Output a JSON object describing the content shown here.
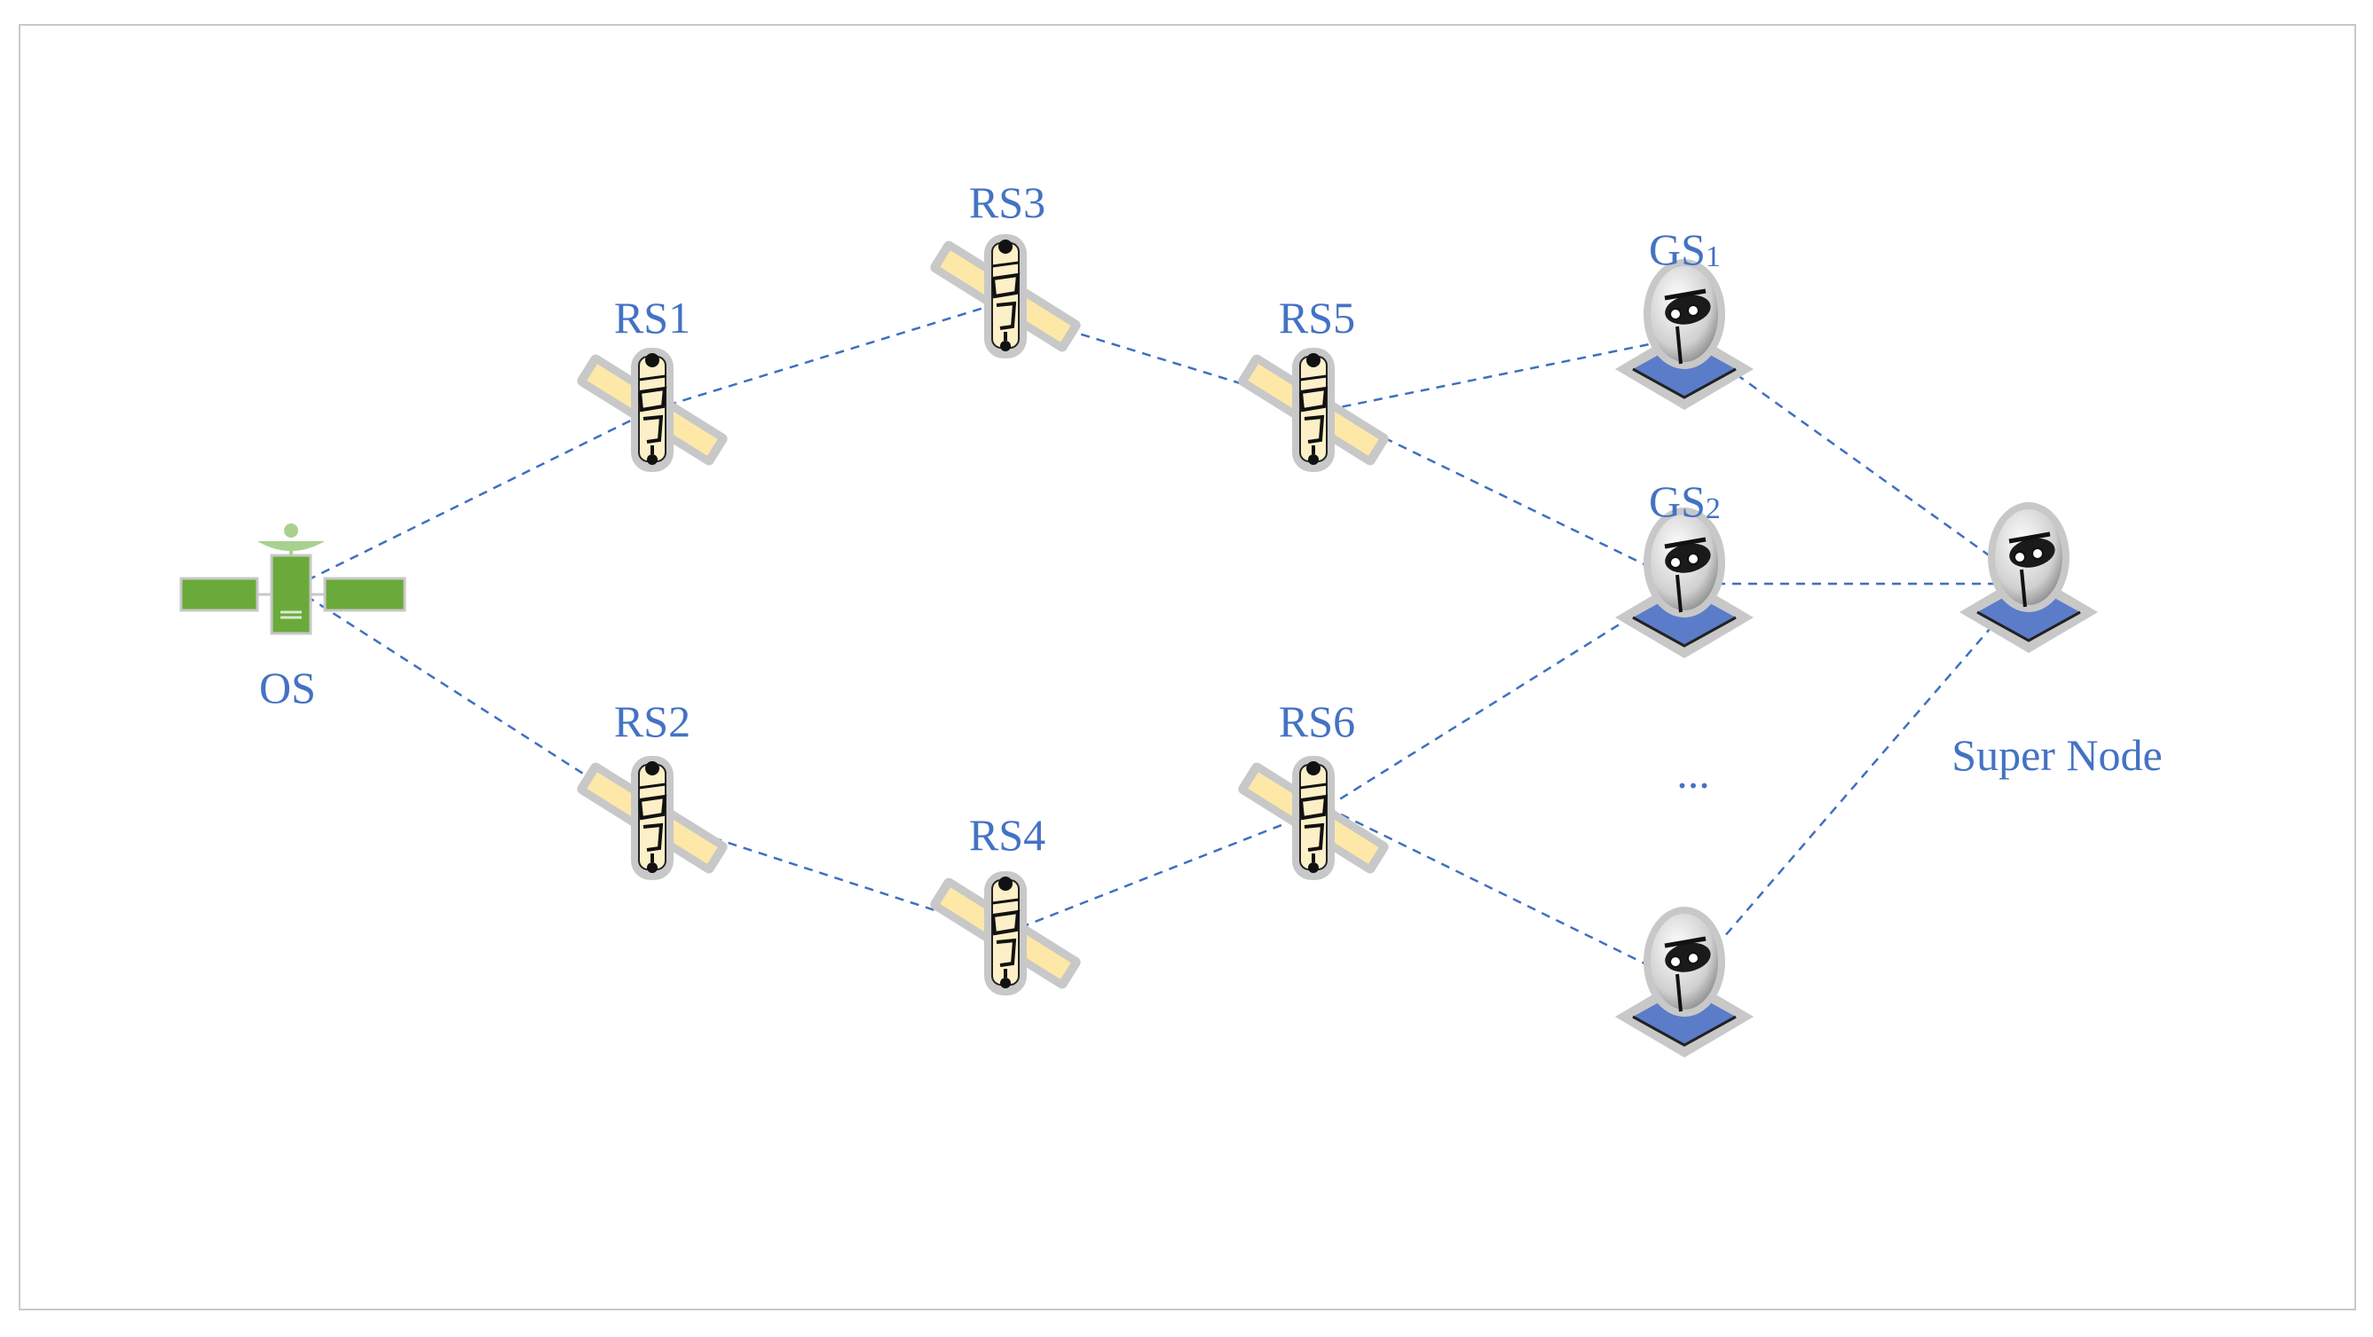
{
  "colors": {
    "link": "#3f6fc0",
    "label": "#4472c4",
    "os_body": "#6aaa3a",
    "os_dish": "#a9d18e",
    "panel": "#fde8a8",
    "halo": "#c8c8c8",
    "pad": "#5b7cc8"
  },
  "nodes": {
    "os": {
      "label": "OS",
      "icon": "satellite-icon-green"
    },
    "rs1": {
      "label": "RS1",
      "icon": "relay-satellite-icon"
    },
    "rs2": {
      "label": "RS2",
      "icon": "relay-satellite-icon"
    },
    "rs3": {
      "label": "RS3",
      "icon": "relay-satellite-icon"
    },
    "rs4": {
      "label": "RS4",
      "icon": "relay-satellite-icon"
    },
    "rs5": {
      "label": "RS5",
      "icon": "relay-satellite-icon"
    },
    "rs6": {
      "label": "RS6",
      "icon": "relay-satellite-icon"
    },
    "gs1": {
      "label_main": "GS",
      "label_sub": "1",
      "icon": "ground-station-dish-icon"
    },
    "gs2": {
      "label_main": "GS",
      "label_sub": "2",
      "icon": "ground-station-dish-icon"
    },
    "gs3": {
      "icon": "ground-station-dish-icon"
    },
    "super": {
      "label": "Super Node",
      "icon": "ground-station-dish-icon"
    }
  },
  "ellipsis": "...",
  "edges": [
    [
      "os",
      "rs1"
    ],
    [
      "os",
      "rs2"
    ],
    [
      "rs1",
      "rs3"
    ],
    [
      "rs3",
      "rs5"
    ],
    [
      "rs2",
      "rs4"
    ],
    [
      "rs4",
      "rs6"
    ],
    [
      "rs5",
      "gs1"
    ],
    [
      "rs5",
      "gs2"
    ],
    [
      "rs6",
      "gs2"
    ],
    [
      "rs6",
      "gs3"
    ],
    [
      "gs1",
      "super"
    ],
    [
      "gs2",
      "super"
    ],
    [
      "gs3",
      "super"
    ]
  ]
}
